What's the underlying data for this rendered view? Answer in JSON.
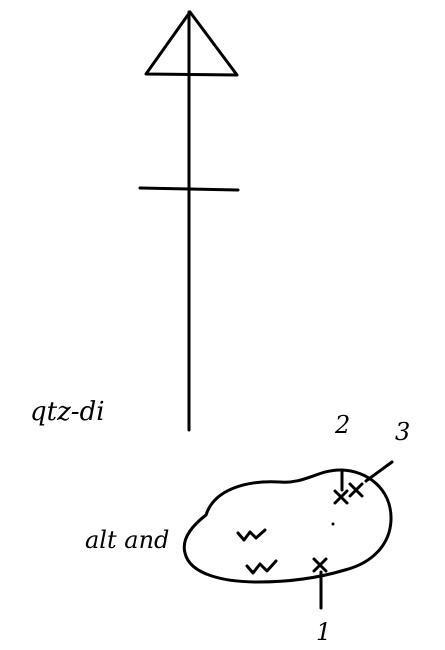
{
  "labels": {
    "left_note": "qtz-di",
    "outcrop_label": "alt and",
    "point_1": "1",
    "point_2": "2",
    "point_3": "3"
  },
  "symbols": {
    "north_arrow": "north-arrow-icon",
    "sample_mark": "x-mark-icon",
    "texture_mark": "w-mark-icon"
  }
}
